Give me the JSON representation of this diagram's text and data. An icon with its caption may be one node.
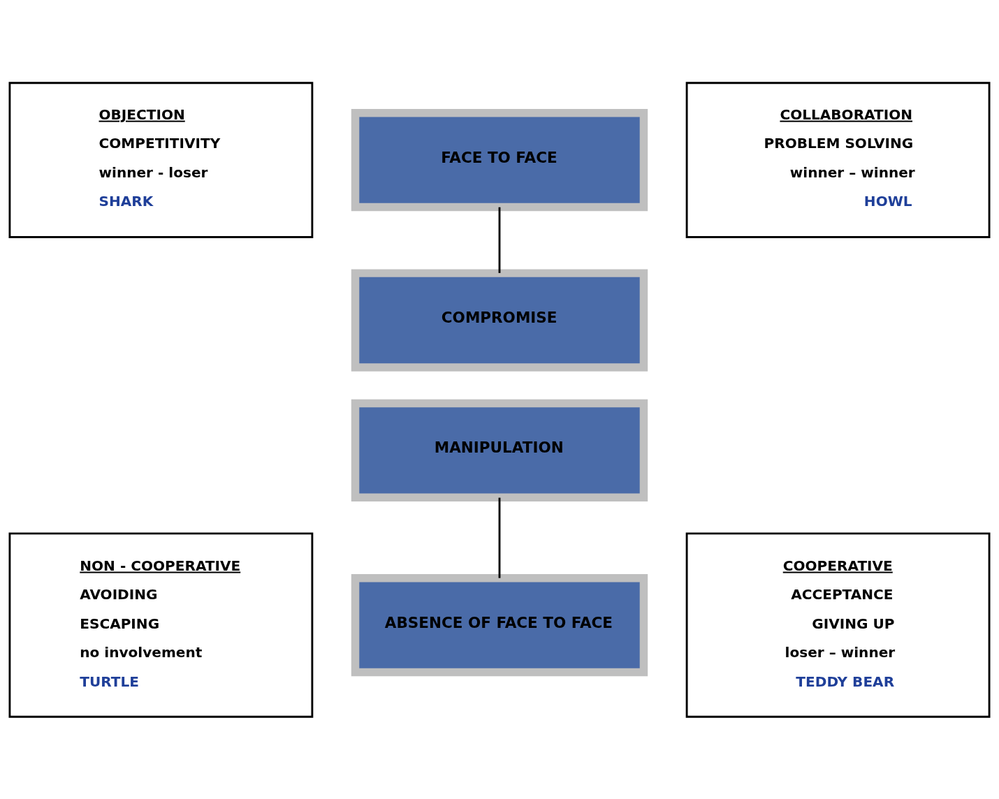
{
  "diagram": {
    "nodes": [
      {
        "text": [
          "OBJECTION",
          "COMPETITIVITY",
          "winner - loser",
          "SHARK"
        ]
      },
      {
        "text": [
          "FACE TO FACE"
        ]
      },
      {
        "text": [
          "COLLABORATION",
          "PROBLEM SOLVING",
          "winner – winner",
          "HOWL"
        ]
      },
      {
        "text": [
          "COMPROMISE"
        ]
      },
      {
        "text": [
          "NON - COOPERATIVE",
          "AVOIDING",
          "ESCAPING",
          "no involvement",
          "TURTLE"
        ]
      },
      {
        "text": [
          "MANIPULATION"
        ]
      },
      {
        "text": [
          "COOPERATIVE",
          "ACCEPTANCE",
          "GIVING UP",
          "loser – winner",
          "TEDDY BEAR"
        ]
      },
      {
        "text": [
          "ABSENCE OF FACE TO FACE"
        ]
      }
    ],
    "edges": [
      {
        "from": 1,
        "to": 3,
        "arrow": "none"
      },
      {
        "from": 5,
        "to": 7,
        "arrow": "none"
      }
    ]
  }
}
